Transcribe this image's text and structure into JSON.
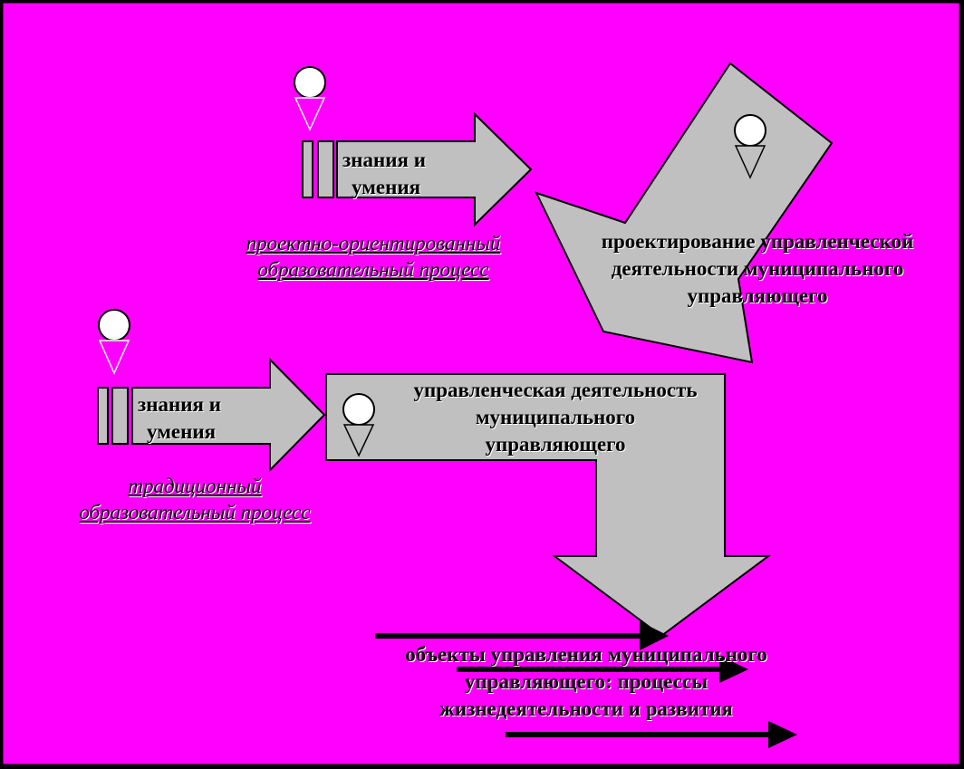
{
  "colors": {
    "background": "#ff00ff",
    "frame": "#000000",
    "shape_fill": "#c0c0c0",
    "shape_stroke": "#000000",
    "marker_fill": "#ffffff"
  },
  "icons": [
    "person-marker-icon",
    "double-bar-icon",
    "arrow-right-icon"
  ],
  "top_flow": {
    "knowledge_label": [
      "знания и",
      "умения"
    ],
    "process_label": [
      "проектно-ориентированный",
      "образовательный процесс"
    ]
  },
  "bottom_flow": {
    "knowledge_label": [
      "знания и",
      "умения"
    ],
    "process_label": [
      "традиционный",
      "образовательный процесс"
    ]
  },
  "design_arrow": {
    "label": [
      "проектирование управленческой",
      "деятельности муниципального",
      "управляющего"
    ]
  },
  "activity_arrow": {
    "label": [
      "управленческая деятельность",
      "муниципального",
      "управляющего"
    ]
  },
  "objects": {
    "label": [
      "объекты управления муниципального",
      "управляющего: процессы",
      "жизнедеятельности и развития"
    ]
  }
}
